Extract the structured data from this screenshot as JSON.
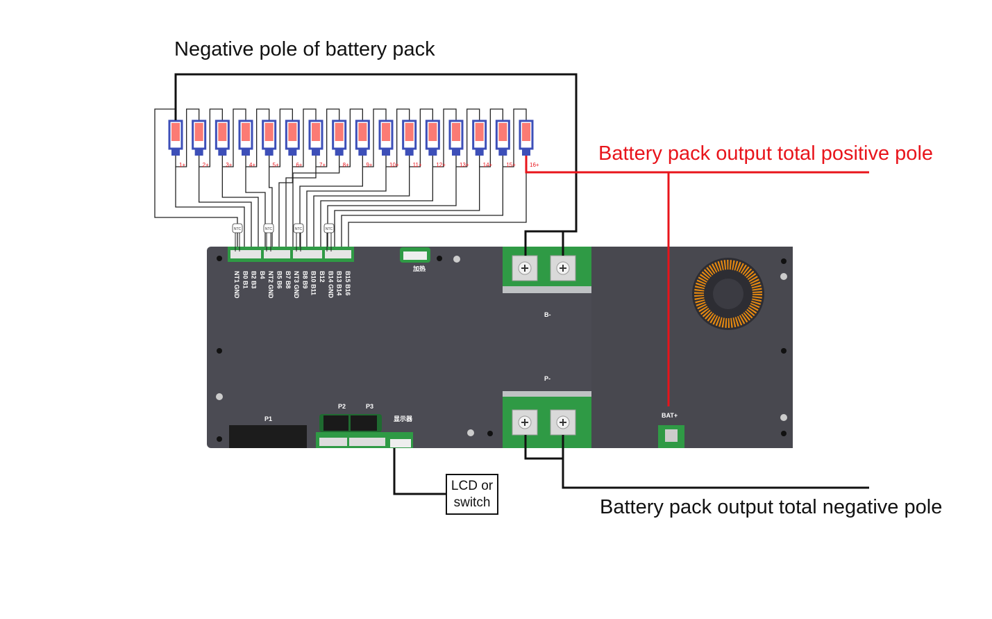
{
  "labels": {
    "negative_pole": "Negative pole of battery pack",
    "positive_output": "Battery pack output total positive pole",
    "negative_output": "Battery pack output total negative pole",
    "lcd_line1": "LCD or",
    "lcd_line2": "switch"
  },
  "cells": [
    "1+",
    "2+",
    "3+",
    "4+",
    "5+",
    "6+",
    "7+",
    "8+",
    "9+",
    "10+",
    "11+",
    "12+",
    "13+",
    "14+",
    "15+",
    "16+"
  ],
  "ntc_label": "NTC",
  "board": {
    "pin_labels": [
      "NT1 GND",
      "B0 B1",
      "B2 B3",
      "B4",
      "NT2 GND",
      "B5 B6",
      "B7 B8",
      "NT3 GND",
      "B8 B9",
      "B10 B11",
      "B12",
      "B14 GND",
      "B13 B14",
      "B15 B16"
    ],
    "heat_label": "加热",
    "display_label": "显示器",
    "p1": "P1",
    "p2": "P2",
    "p3": "P3",
    "b_minus": "B-",
    "p_minus": "P-",
    "bat_plus": "BAT+"
  },
  "colors": {
    "positive_wire": "#e8141b",
    "negative_wire": "#111111",
    "board": "#4b4b53",
    "pcb_green": "#2f9a45",
    "cell_fill": "#fb7b74",
    "cell_border": "#3d4fb8"
  }
}
